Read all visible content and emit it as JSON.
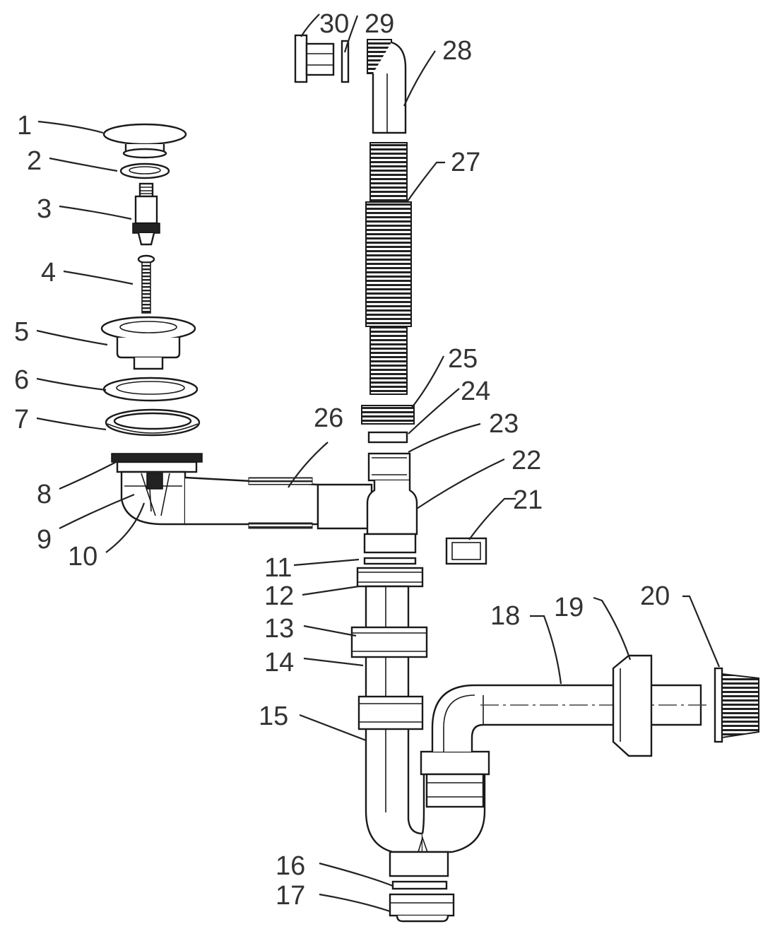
{
  "labels": {
    "l1": "1",
    "l2": "2",
    "l3": "3",
    "l4": "4",
    "l5": "5",
    "l6": "6",
    "l7": "7",
    "l8": "8",
    "l9": "9",
    "l10": "10",
    "l11": "11",
    "l12": "12",
    "l13": "13",
    "l14": "14",
    "l15": "15",
    "l16": "16",
    "l17": "17",
    "l18": "18",
    "l19": "19",
    "l20": "20",
    "l21": "21",
    "l22": "22",
    "l23": "23",
    "l24": "24",
    "l25": "25",
    "l26": "26",
    "l27": "27",
    "l28": "28",
    "l29": "29",
    "l30": "30"
  },
  "colors": {
    "line": "#1a1a1a",
    "text": "#333333",
    "background": "#ffffff"
  }
}
